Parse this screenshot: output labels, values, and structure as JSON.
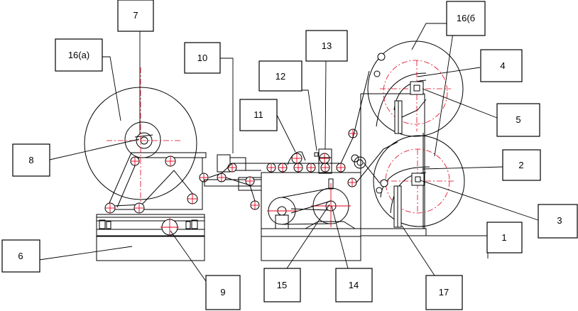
{
  "diagram": {
    "labels": [
      {
        "id": "1",
        "text": "1"
      },
      {
        "id": "2",
        "text": "2"
      },
      {
        "id": "3",
        "text": "3"
      },
      {
        "id": "4",
        "text": "4"
      },
      {
        "id": "5",
        "text": "5"
      },
      {
        "id": "6",
        "text": "6"
      },
      {
        "id": "7",
        "text": "7"
      },
      {
        "id": "8",
        "text": "8"
      },
      {
        "id": "9",
        "text": "9"
      },
      {
        "id": "10",
        "text": "10"
      },
      {
        "id": "11",
        "text": "11"
      },
      {
        "id": "12",
        "text": "12"
      },
      {
        "id": "13",
        "text": "13"
      },
      {
        "id": "14",
        "text": "14"
      },
      {
        "id": "15",
        "text": "15"
      },
      {
        "id": "16a",
        "text": "16(a)"
      },
      {
        "id": "16b",
        "text": "16(б"
      },
      {
        "id": "17",
        "text": "17"
      }
    ]
  }
}
